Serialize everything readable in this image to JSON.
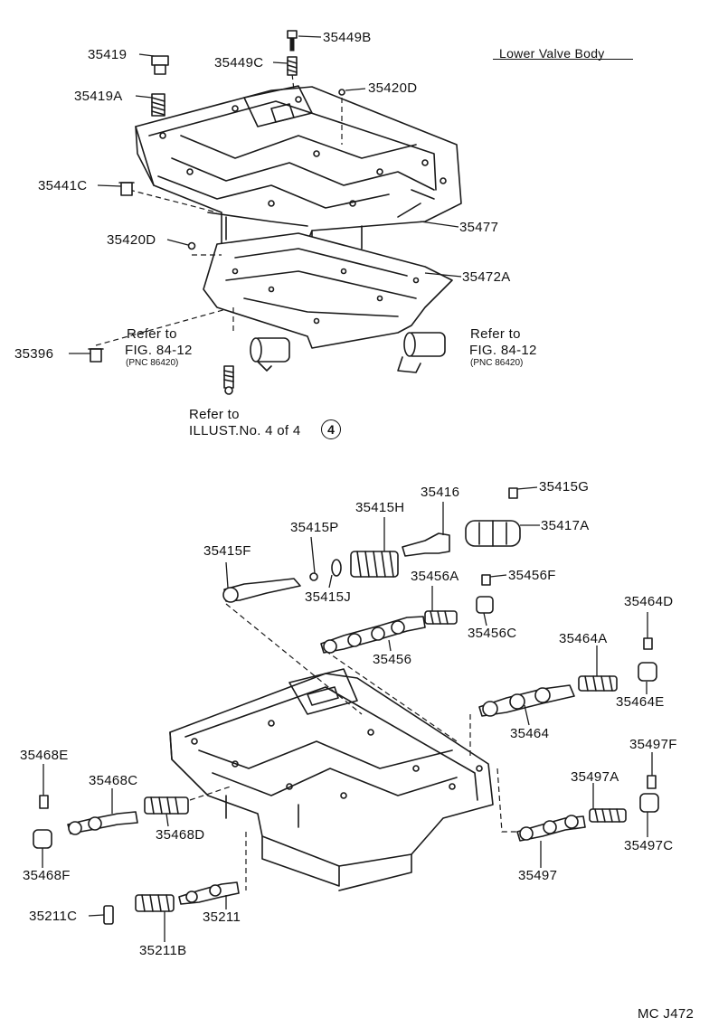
{
  "title": "Lower Valve Body",
  "footer_code": "MC J472",
  "labels": {
    "p35449B": "35449B",
    "p35419": "35419",
    "p35449C": "35449C",
    "p35420D_top": "35420D",
    "p35419A": "35419A",
    "p35441C": "35441C",
    "p35477": "35477",
    "p35420D_mid": "35420D",
    "p35472A": "35472A",
    "p35396": "35396",
    "p35415G": "35415G",
    "p35416": "35416",
    "p35415H": "35415H",
    "p35415P": "35415P",
    "p35417A": "35417A",
    "p35415F": "35415F",
    "p35456A": "35456A",
    "p35456F": "35456F",
    "p35415J": "35415J",
    "p35456C": "35456C",
    "p35456": "35456",
    "p35464D": "35464D",
    "p35464A": "35464A",
    "p35464E": "35464E",
    "p35464": "35464",
    "p35497F": "35497F",
    "p35468E": "35468E",
    "p35468C": "35468C",
    "p35497A": "35497A",
    "p35468D": "35468D",
    "p35497C": "35497C",
    "p35468F": "35468F",
    "p35497": "35497",
    "p35211C": "35211C",
    "p35211": "35211",
    "p35211B": "35211B"
  },
  "refs": {
    "left_refer": "Refer to",
    "left_fig": "FIG. 84-12",
    "left_pnc": "(PNC 86420)",
    "right_refer": "Refer to",
    "right_fig": "FIG. 84-12",
    "right_pnc": "(PNC 86420)",
    "illust_refer": "Refer to",
    "illust_text": "ILLUST.No. 4 of 4",
    "illust_num": "4"
  }
}
